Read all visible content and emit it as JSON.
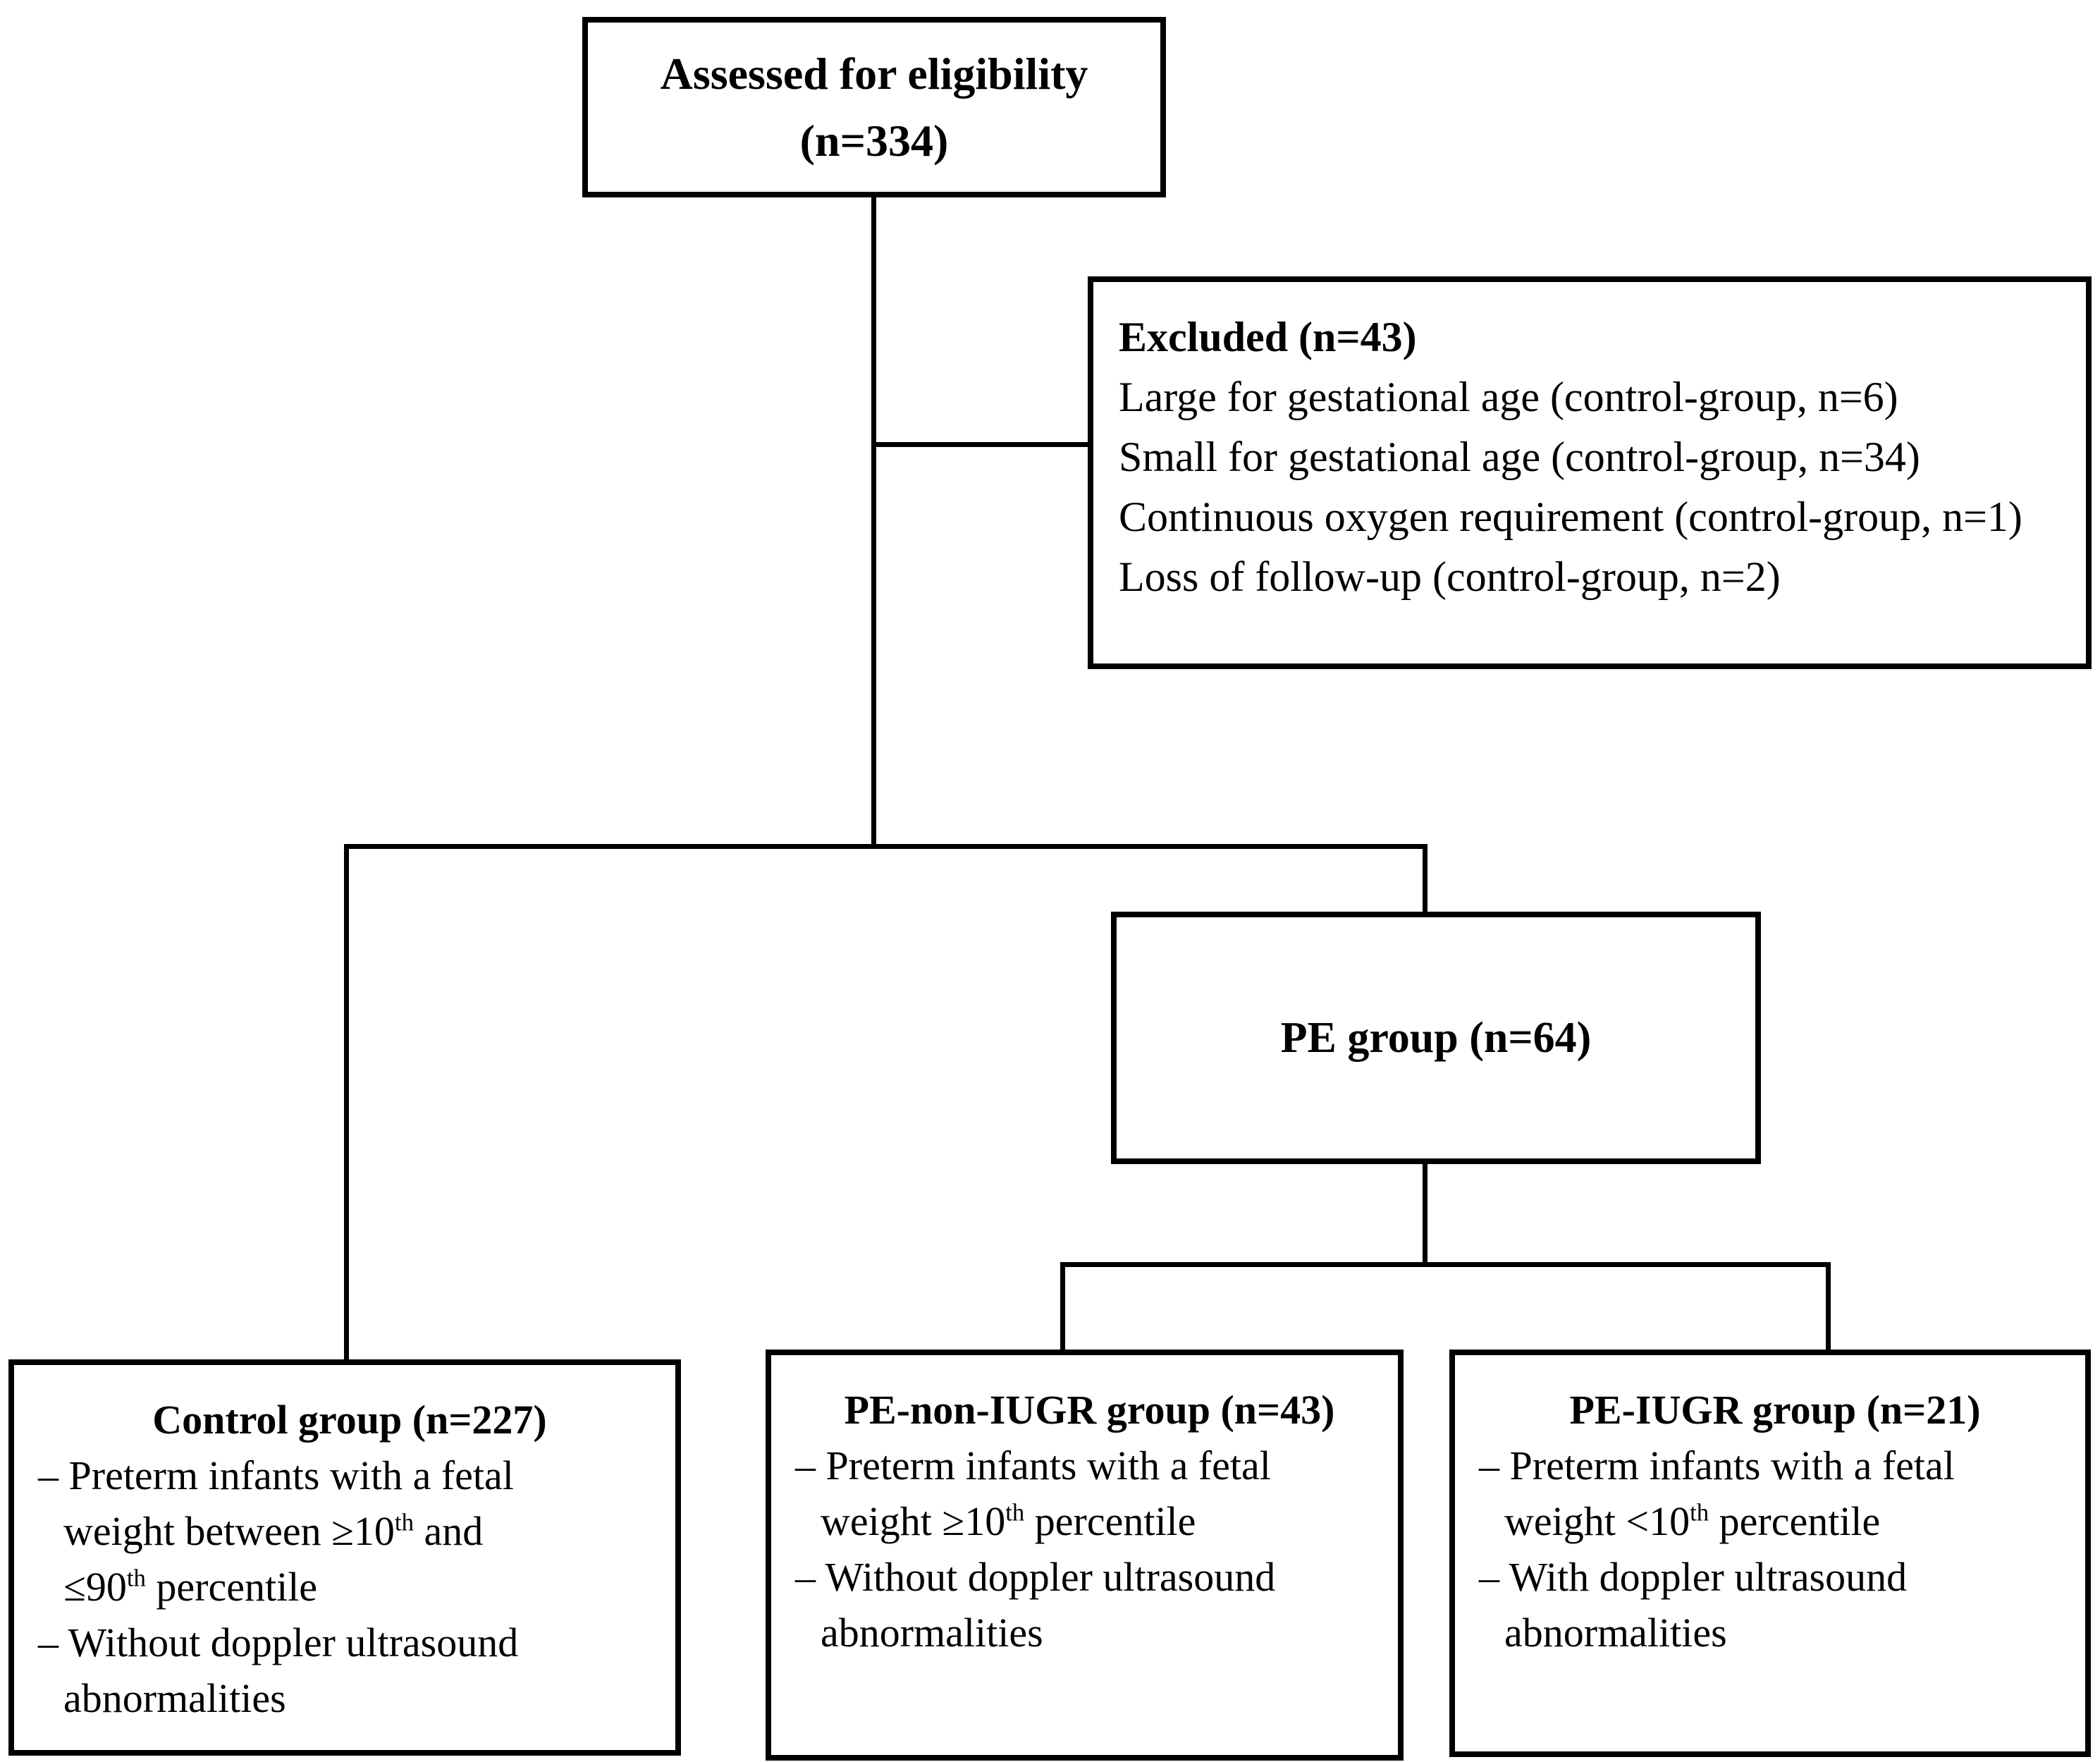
{
  "colors": {
    "ink": "#000000",
    "background": "#ffffff"
  },
  "flowchart": {
    "assessed_box": {
      "line1": "Assessed for eligibility",
      "line2": "(n=334)"
    },
    "excluded_box": {
      "title": "Excluded (n=43)",
      "lines": [
        {
          "indent": false,
          "segments": [
            {
              "t": "Large for gestational age (control-group, n=6)"
            }
          ]
        },
        {
          "indent": false,
          "segments": [
            {
              "t": "Small for gestational age (control-group, n=34)"
            }
          ]
        },
        {
          "indent": false,
          "segments": [
            {
              "t": "Continuous oxygen requirement (control-group, n=1)"
            }
          ]
        },
        {
          "indent": false,
          "segments": [
            {
              "t": "Loss of follow-up (control-group, n=2)"
            }
          ]
        }
      ]
    },
    "pe_box": {
      "title": "PE group (n=64)"
    },
    "control_box": {
      "title": "Control group (n=227)",
      "lines": [
        {
          "indent": false,
          "segments": [
            {
              "t": "– Preterm infants with a fetal"
            }
          ]
        },
        {
          "indent": true,
          "segments": [
            {
              "t": "weight between ≥10"
            },
            {
              "t": "th",
              "sup": true
            },
            {
              "t": " and"
            }
          ]
        },
        {
          "indent": true,
          "segments": [
            {
              "t": "≤90"
            },
            {
              "t": "th",
              "sup": true
            },
            {
              "t": " percentile"
            }
          ]
        },
        {
          "indent": false,
          "segments": [
            {
              "t": "– Without doppler ultrasound"
            }
          ]
        },
        {
          "indent": true,
          "segments": [
            {
              "t": "abnormalities"
            }
          ]
        }
      ]
    },
    "pe_non_iugr_box": {
      "title": "PE-non-IUGR group (n=43)",
      "lines": [
        {
          "indent": false,
          "segments": [
            {
              "t": "– Preterm infants with a fetal"
            }
          ]
        },
        {
          "indent": true,
          "segments": [
            {
              "t": "weight ≥10"
            },
            {
              "t": "th",
              "sup": true
            },
            {
              "t": " percentile"
            }
          ]
        },
        {
          "indent": false,
          "segments": [
            {
              "t": "– Without doppler ultrasound"
            }
          ]
        },
        {
          "indent": true,
          "segments": [
            {
              "t": "abnormalities"
            }
          ]
        }
      ]
    },
    "pe_iugr_box": {
      "title": "PE-IUGR group (n=21)",
      "lines": [
        {
          "indent": false,
          "segments": [
            {
              "t": "– Preterm infants with a fetal"
            }
          ]
        },
        {
          "indent": true,
          "segments": [
            {
              "t": "weight <10"
            },
            {
              "t": "th",
              "sup": true
            },
            {
              "t": " percentile"
            }
          ]
        },
        {
          "indent": false,
          "segments": [
            {
              "t": "– With doppler ultrasound"
            }
          ]
        },
        {
          "indent": true,
          "segments": [
            {
              "t": "abnormalities"
            }
          ]
        }
      ]
    }
  }
}
